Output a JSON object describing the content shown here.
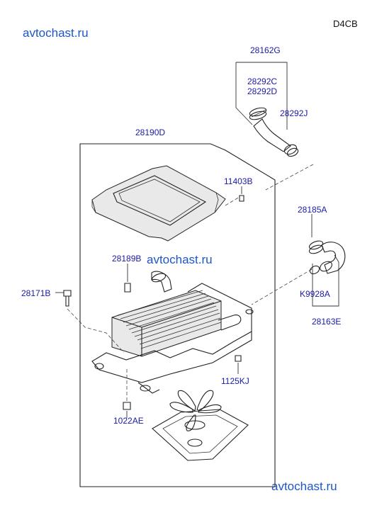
{
  "engine_code": "D4CB",
  "watermarks": [
    "avtochast.ru",
    "avtochast.ru",
    "avtochast.ru"
  ],
  "callouts": {
    "hose_upper_assy": "28162G",
    "clamp_upper_1": "28292C",
    "clamp_upper_2": "28292D",
    "clamp_upper_3": "28292J",
    "intercooler_assy": "28190D",
    "bolt_cover": "11403B",
    "hose_lower": "28185A",
    "nipple": "28189B",
    "bolt_left": "28171B",
    "clamp_lower": "K9928A",
    "hose_lower_assy": "28163E",
    "bolt_bottom": "1125KJ",
    "nut": "1022AE"
  },
  "colors": {
    "callout_text": "#1a1aa6",
    "watermark": "#1e55c8",
    "line": "#222222"
  }
}
